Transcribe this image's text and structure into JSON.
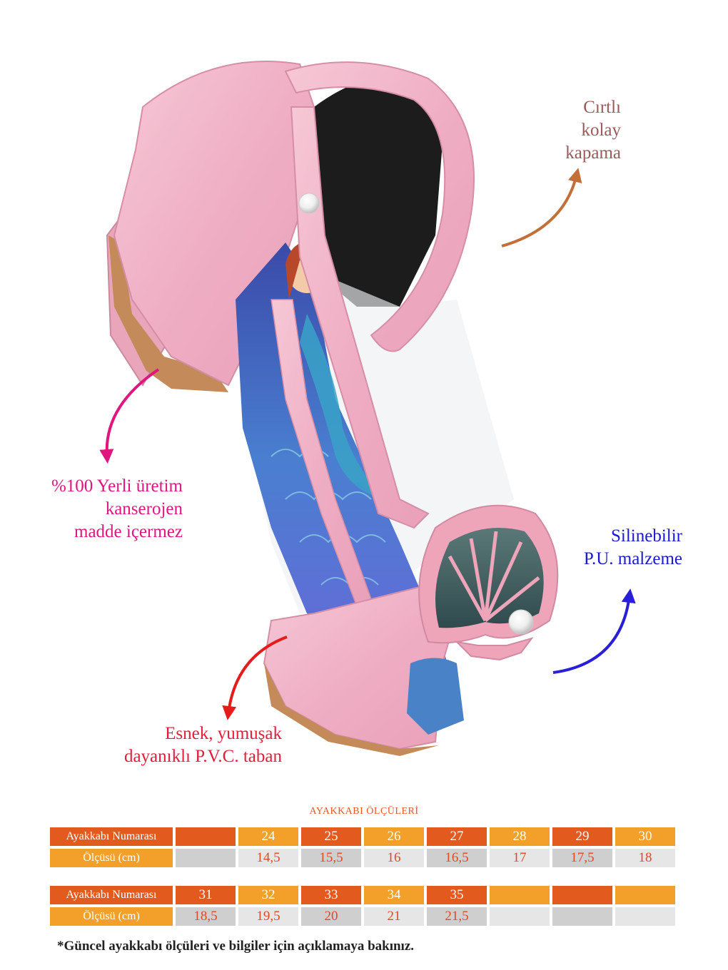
{
  "callouts": {
    "closure": [
      "Cırtlı",
      "kolay",
      "kapama"
    ],
    "local": [
      "%100 Yerli üretim",
      "kanserojen",
      "madde içermez"
    ],
    "material": [
      "Silinebilir",
      "P.U. malzeme"
    ],
    "sole": [
      "Esnek, yumuşak",
      "dayanıklı P.V.C. taban"
    ]
  },
  "colors": {
    "closure_arrow": "#c2703a",
    "local_arrow": "#e0157e",
    "material_arrow": "#2a1fd8",
    "sole_arrow": "#e51c1c",
    "orange_dark": "#e35a1e",
    "orange_light": "#f3a02b"
  },
  "size_chart": {
    "title": "AYAKKABI ÖLÇÜLERİ",
    "table1": {
      "row_label": "Ayakkabı Numarası",
      "measure_label": "Ölçüsü (cm)",
      "sizes": [
        "",
        "24",
        "25",
        "26",
        "27",
        "28",
        "29",
        "30"
      ],
      "cm": [
        "",
        "14,5",
        "15,5",
        "16",
        "16,5",
        "17",
        "17,5",
        "18"
      ]
    },
    "table2": {
      "row_label": "Ayakkabı Numarası",
      "measure_label": "Ölçüsü (cm)",
      "sizes": [
        "31",
        "32",
        "33",
        "34",
        "35",
        "",
        "",
        ""
      ],
      "cm": [
        "18,5",
        "19,5",
        "20",
        "21",
        "21,5",
        "",
        "",
        ""
      ]
    }
  },
  "footnote": "*Güncel ayakkabı ölçüleri ve bilgiler için açıklamaya bakınız."
}
